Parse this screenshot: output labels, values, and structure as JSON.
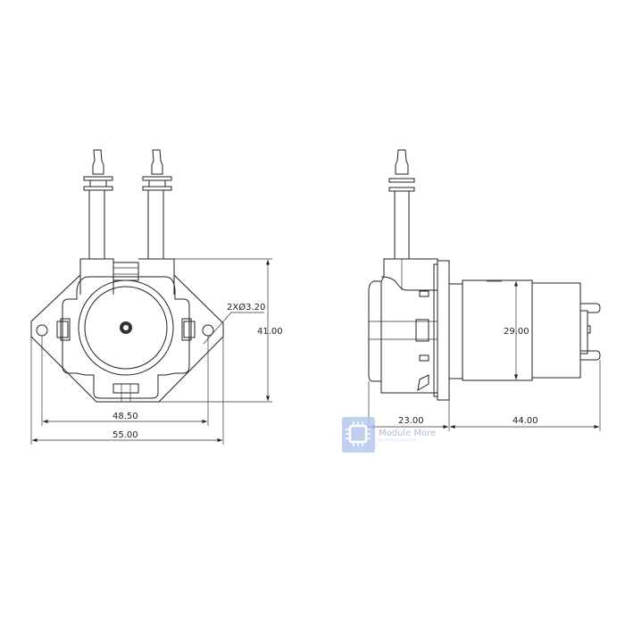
{
  "front_view": {
    "dim_height": "41.00",
    "dim_hole_spacing": "48.50",
    "dim_width": "55.00",
    "hole_callout": "2XØ3.20"
  },
  "side_view": {
    "dim_motor_diameter": "29.00",
    "dim_pump_head_depth": "23.00",
    "dim_motor_length": "44.00"
  },
  "watermark": {
    "text": "Module More",
    "tagline": "BE MORE CREATIVE",
    "color": "#8fa8dc"
  },
  "colors": {
    "line": "#222222",
    "background": "#ffffff"
  }
}
